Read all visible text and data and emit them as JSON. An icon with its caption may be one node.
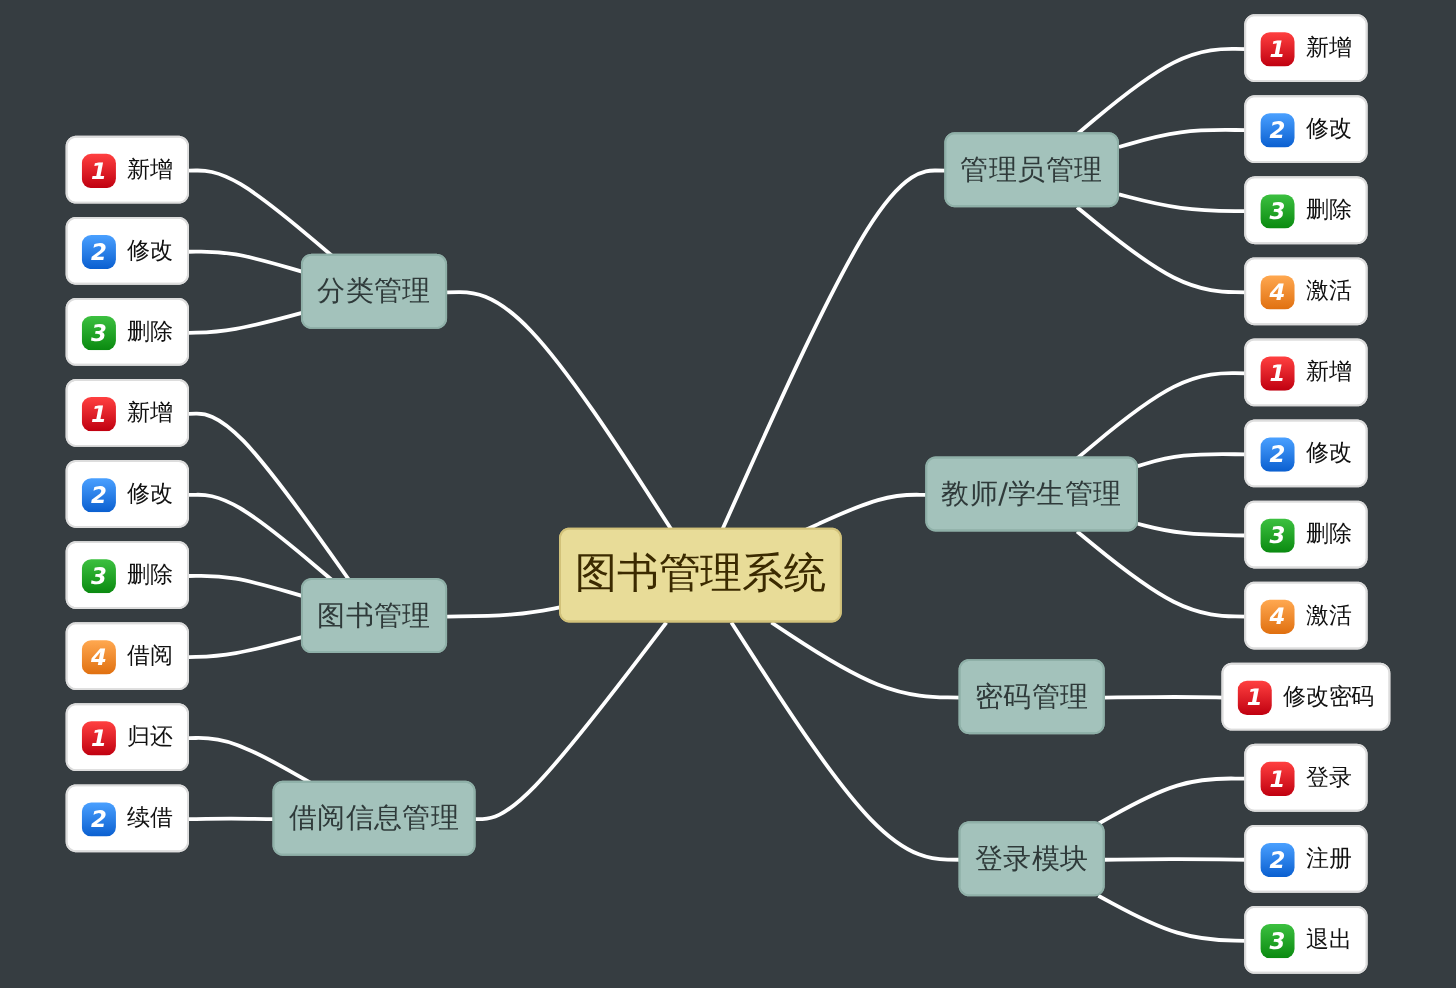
{
  "diagram": {
    "nodes": [
      {
        "text": [
          "图书管理系统"
        ]
      },
      {
        "text": [
          "分类管理"
        ]
      },
      {
        "text": [
          "1",
          "新增"
        ]
      },
      {
        "text": [
          "2",
          "修改"
        ]
      },
      {
        "text": [
          "3",
          "删除"
        ]
      },
      {
        "text": [
          "图书管理"
        ]
      },
      {
        "text": [
          "1",
          "新增"
        ]
      },
      {
        "text": [
          "2",
          "修改"
        ]
      },
      {
        "text": [
          "3",
          "删除"
        ]
      },
      {
        "text": [
          "4",
          "借阅"
        ]
      },
      {
        "text": [
          "借阅信息管理"
        ]
      },
      {
        "text": [
          "1",
          "归还"
        ]
      },
      {
        "text": [
          "2",
          "续借"
        ]
      },
      {
        "text": [
          "管理员管理"
        ]
      },
      {
        "text": [
          "1",
          "新增"
        ]
      },
      {
        "text": [
          "2",
          "修改"
        ]
      },
      {
        "text": [
          "3",
          "删除"
        ]
      },
      {
        "text": [
          "4",
          "激活"
        ]
      },
      {
        "text": [
          "教师/学生管理"
        ]
      },
      {
        "text": [
          "1",
          "新增"
        ]
      },
      {
        "text": [
          "2",
          "修改"
        ]
      },
      {
        "text": [
          "3",
          "删除"
        ]
      },
      {
        "text": [
          "4",
          "激活"
        ]
      },
      {
        "text": [
          "密码管理"
        ]
      },
      {
        "text": [
          "1",
          "修改密码"
        ]
      },
      {
        "text": [
          "登录模块"
        ]
      },
      {
        "text": [
          "1",
          "登录"
        ]
      },
      {
        "text": [
          "2",
          "注册"
        ]
      },
      {
        "text": [
          "3",
          "退出"
        ]
      }
    ],
    "edges": [
      {
        "from": 1,
        "to": 0,
        "arrow": "none"
      },
      {
        "from": 2,
        "to": 1,
        "arrow": "none"
      },
      {
        "from": 3,
        "to": 1,
        "arrow": "none"
      },
      {
        "from": 4,
        "to": 1,
        "arrow": "none"
      },
      {
        "from": 5,
        "to": 0,
        "arrow": "none"
      },
      {
        "from": 6,
        "to": 5,
        "arrow": "none"
      },
      {
        "from": 7,
        "to": 5,
        "arrow": "none"
      },
      {
        "from": 8,
        "to": 5,
        "arrow": "none"
      },
      {
        "from": 9,
        "to": 5,
        "arrow": "none"
      },
      {
        "from": 10,
        "to": 0,
        "arrow": "none"
      },
      {
        "from": 11,
        "to": 10,
        "arrow": "none"
      },
      {
        "from": 12,
        "to": 10,
        "arrow": "none"
      },
      {
        "from": 0,
        "to": 13,
        "arrow": "none"
      },
      {
        "from": 13,
        "to": 14,
        "arrow": "none"
      },
      {
        "from": 13,
        "to": 15,
        "arrow": "none"
      },
      {
        "from": 13,
        "to": 16,
        "arrow": "none"
      },
      {
        "from": 13,
        "to": 17,
        "arrow": "none"
      },
      {
        "from": 0,
        "to": 18,
        "arrow": "none"
      },
      {
        "from": 18,
        "to": 19,
        "arrow": "none"
      },
      {
        "from": 18,
        "to": 20,
        "arrow": "none"
      },
      {
        "from": 18,
        "to": 21,
        "arrow": "none"
      },
      {
        "from": 18,
        "to": 22,
        "arrow": "none"
      },
      {
        "from": 0,
        "to": 23,
        "arrow": "none"
      },
      {
        "from": 23,
        "to": 24,
        "arrow": "none"
      },
      {
        "from": 0,
        "to": 25,
        "arrow": "none"
      },
      {
        "from": 25,
        "to": 26,
        "arrow": "none"
      },
      {
        "from": 25,
        "to": 27,
        "arrow": "none"
      },
      {
        "from": 25,
        "to": 28,
        "arrow": "none"
      }
    ]
  }
}
